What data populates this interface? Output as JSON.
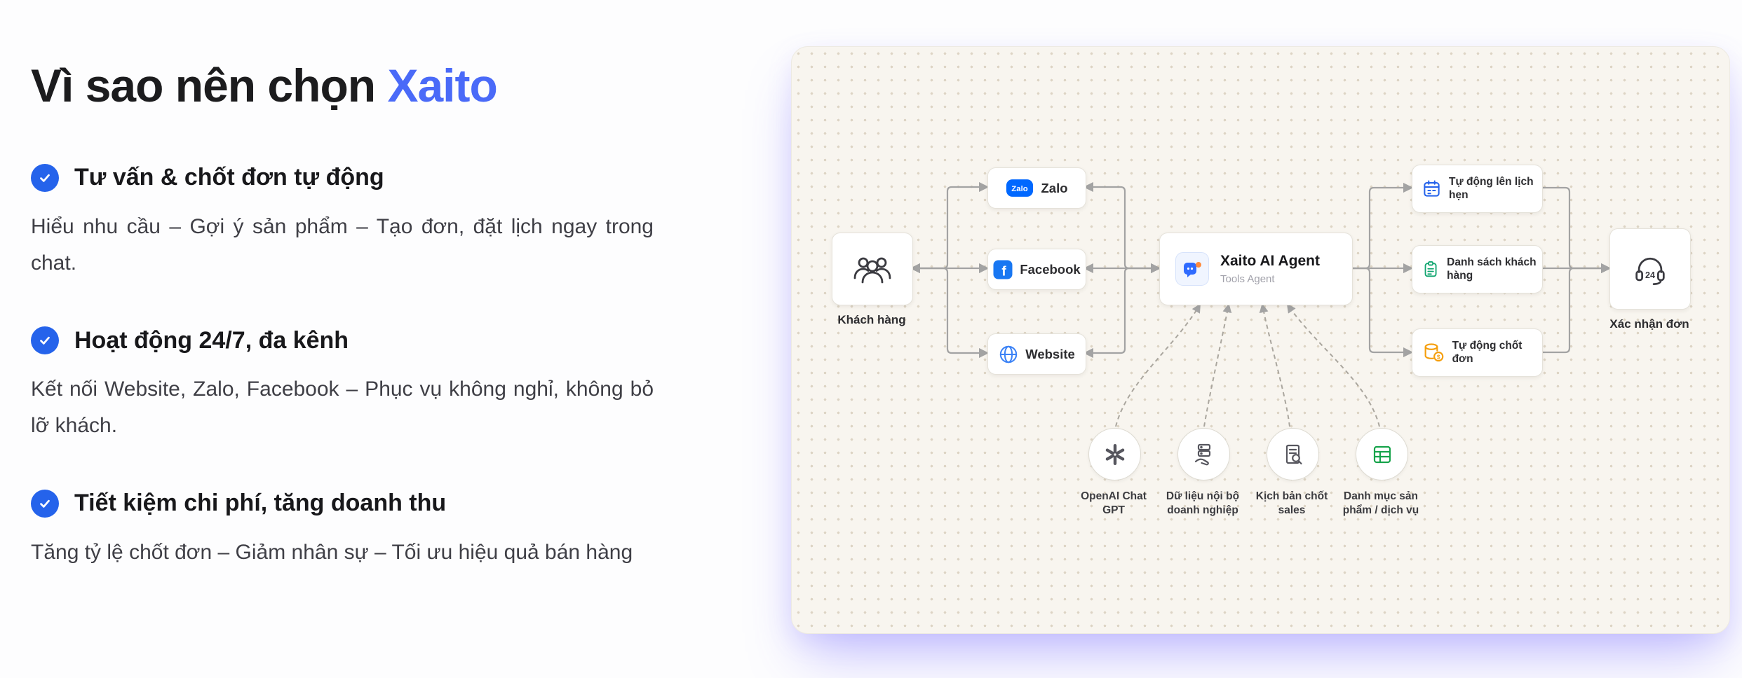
{
  "colors": {
    "brand_blue": "#4a6af8",
    "check_blue": "#2563eb",
    "zalo_blue": "#0068ff",
    "facebook_blue": "#1877f2",
    "calendar_blue": "#2563eb",
    "list_green": "#10a56f",
    "order_orange": "#f59e0b",
    "catalog_green": "#16a34a",
    "panel_bg": "#f8f5ef",
    "connector_gray": "#a3a3a3"
  },
  "section": {
    "title_prefix": "Vì sao nên chọn",
    "title_brand": "Xaito",
    "features": [
      {
        "title": "Tư vấn & chốt đơn tự động",
        "description": "Hiểu nhu cầu – Gợi ý sản phẩm – Tạo đơn, đặt lịch ngay trong chat."
      },
      {
        "title": "Hoạt động 24/7, đa kênh",
        "description": "Kết nối Website, Zalo, Facebook – Phục vụ không nghỉ, không bỏ lỡ khách."
      },
      {
        "title": "Tiết kiệm chi phí, tăng doanh thu",
        "description": "Tăng tỷ lệ chốt đơn – Giảm nhân sự – Tối ưu hiệu quả bán hàng"
      }
    ]
  },
  "diagram": {
    "customer_node": {
      "label": "Khách hàng"
    },
    "channels": [
      {
        "label": "Zalo",
        "icon_text": "Zalo"
      },
      {
        "label": "Facebook",
        "icon_text": "f"
      },
      {
        "label": "Website"
      }
    ],
    "agent_node": {
      "title": "Xaito AI Agent",
      "subtitle": "Tools Agent"
    },
    "outputs": [
      {
        "label": "Tự động lên lịch hẹn"
      },
      {
        "label": "Danh sách khách hàng"
      },
      {
        "label": "Tự động chốt đơn"
      }
    ],
    "confirm_node": {
      "label": "Xác nhận đơn",
      "icon_text": "24"
    },
    "tools": [
      {
        "label": "OpenAI Chat GPT"
      },
      {
        "label": "Dữ liệu nội bộ doanh nghiệp"
      },
      {
        "label": "Kịch bản chốt sales"
      },
      {
        "label": "Danh mục sản phẩm / dịch vụ"
      }
    ]
  }
}
